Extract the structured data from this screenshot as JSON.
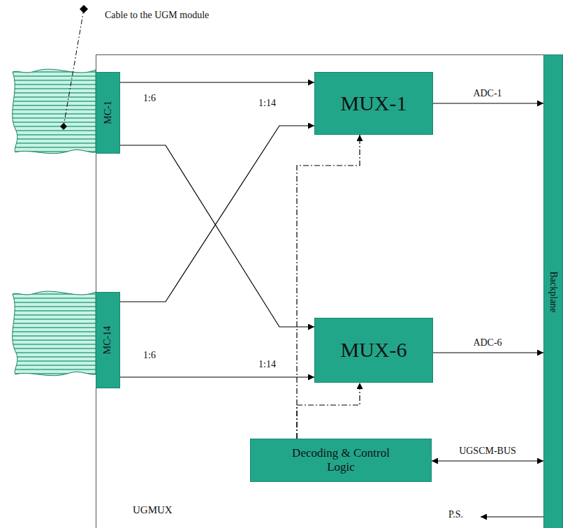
{
  "diagram": {
    "nodes": [
      {
        "text": [
          "UGMUX"
        ]
      },
      {
        "text": [
          "MC-1"
        ],
        "in": 0
      },
      {
        "text": [
          "MC-14"
        ],
        "in": 0
      },
      {
        "text": [
          "MUX-1"
        ],
        "in": 0
      },
      {
        "text": [
          "MUX-6"
        ],
        "in": 0
      },
      {
        "text": [
          "Decoding & Control Logic"
        ],
        "in": 0
      },
      {
        "text": [
          "Backplane"
        ]
      }
    ],
    "edges": [
      {
        "from": 1,
        "to": 3,
        "arrow": "to"
      },
      {
        "from": 1,
        "to": 4,
        "arrow": "to"
      },
      {
        "from": 2,
        "to": 3,
        "arrow": "to"
      },
      {
        "from": 2,
        "to": 4,
        "arrow": "to"
      },
      {
        "from": 3,
        "to": 6,
        "label": "ADC-1",
        "arrow": "to"
      },
      {
        "from": 4,
        "to": 6,
        "label": "ADC-6",
        "arrow": "to"
      },
      {
        "from": 5,
        "to": 6,
        "label": "UGSCM-BUS",
        "arrow": "both"
      },
      {
        "from": 5,
        "to": 3,
        "arrow": "to"
      },
      {
        "from": 5,
        "to": 4,
        "arrow": "to"
      }
    ],
    "labels": [
      "Cable to the UGM module",
      "1:6",
      "1:14",
      "1:6",
      "1:14",
      "P.S."
    ]
  }
}
